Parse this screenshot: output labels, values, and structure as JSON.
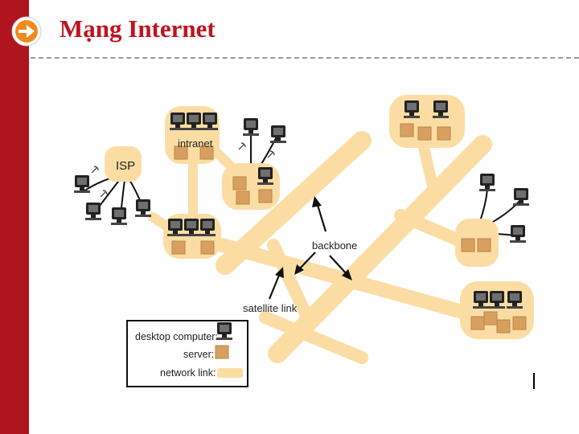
{
  "slide": {
    "title": "Mạng Internet",
    "accent_color": "#b0141f",
    "title_color": "#c1121f",
    "icon": "arrow-right-icon"
  },
  "diagram": {
    "labels": {
      "intranet": "intranet",
      "isp": "ISP",
      "backbone": "backbone",
      "satellite_link": "satellite link"
    },
    "colors": {
      "network_link": "#fbdda4",
      "cloud": "#fbdda4",
      "server": "#d8a060",
      "computer": "#222222"
    }
  },
  "legend": {
    "desktop_computer": "desktop computer:",
    "server": "server:",
    "network_link": "network link:"
  }
}
